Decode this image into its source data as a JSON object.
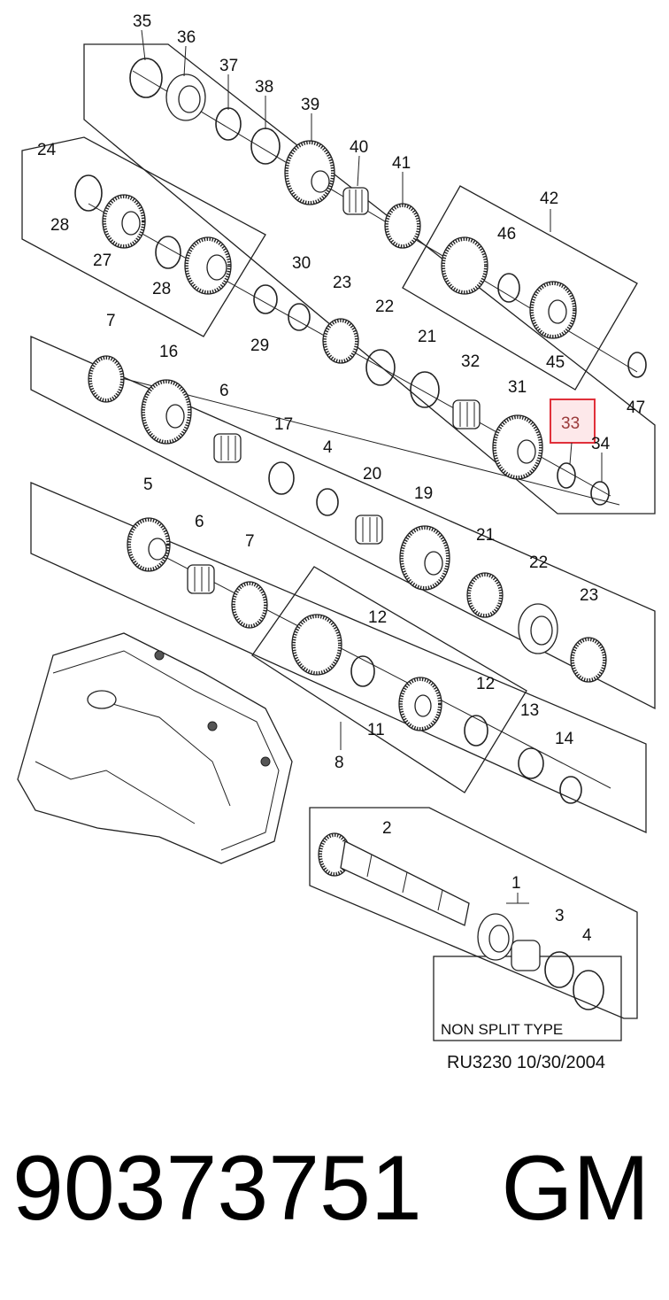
{
  "diagram": {
    "callouts": [
      "35",
      "36",
      "37",
      "38",
      "39",
      "40",
      "41",
      "42",
      "24",
      "28",
      "27",
      "28",
      "46",
      "45",
      "47",
      "30",
      "23",
      "29",
      "22",
      "21",
      "32",
      "31",
      "7",
      "16",
      "6",
      "17",
      "4",
      "20",
      "19",
      "5",
      "6",
      "7",
      "21",
      "22",
      "23",
      "12",
      "12",
      "11",
      "13",
      "14",
      "8",
      "2",
      "1",
      "3",
      "4",
      "34"
    ],
    "highlighted_callout": "33",
    "caption": "NON SPLIT TYPE",
    "reference": "RU3230  10/30/2004",
    "highlight_color": "#e0303a"
  },
  "footer": {
    "part_number": "90373751",
    "brand": "GM"
  }
}
